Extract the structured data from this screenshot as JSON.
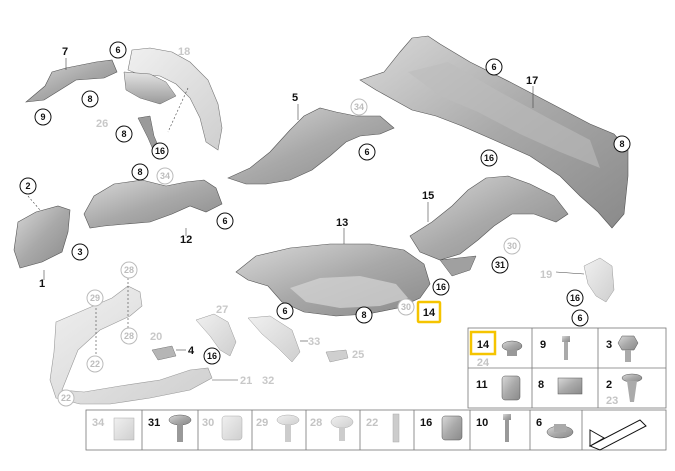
{
  "diagram": {
    "part_labels": [
      {
        "id": "p7",
        "text": "7",
        "grey": false
      },
      {
        "id": "p18",
        "text": "18",
        "grey": true
      },
      {
        "id": "p5",
        "text": "5",
        "grey": false
      },
      {
        "id": "p17",
        "text": "17",
        "grey": false
      },
      {
        "id": "p26",
        "text": "26",
        "grey": true
      },
      {
        "id": "p1",
        "text": "1",
        "grey": false
      },
      {
        "id": "p12",
        "text": "12",
        "grey": false
      },
      {
        "id": "p13",
        "text": "13",
        "grey": false
      },
      {
        "id": "p15",
        "text": "15",
        "grey": false
      },
      {
        "id": "p19",
        "text": "19",
        "grey": true
      },
      {
        "id": "p27",
        "text": "27",
        "grey": true
      },
      {
        "id": "p20",
        "text": "20",
        "grey": true
      },
      {
        "id": "p4",
        "text": "4",
        "grey": false
      },
      {
        "id": "p33",
        "text": "33",
        "grey": true
      },
      {
        "id": "p25",
        "text": "25",
        "grey": true
      },
      {
        "id": "p21",
        "text": "21",
        "grey": true
      },
      {
        "id": "p32",
        "text": "32",
        "grey": true
      }
    ],
    "callouts": [
      {
        "id": "c6a",
        "text": "6",
        "grey": false
      },
      {
        "id": "c8a",
        "text": "8",
        "grey": false
      },
      {
        "id": "c9a",
        "text": "9",
        "grey": false
      },
      {
        "id": "c8b",
        "text": "8",
        "grey": false
      },
      {
        "id": "c16a",
        "text": "16",
        "grey": false
      },
      {
        "id": "c34a",
        "text": "34",
        "grey": true
      },
      {
        "id": "c6b",
        "text": "6",
        "grey": false
      },
      {
        "id": "c6c",
        "text": "6",
        "grey": false
      },
      {
        "id": "c8c",
        "text": "8",
        "grey": false
      },
      {
        "id": "c2a",
        "text": "2",
        "grey": false
      },
      {
        "id": "c3a",
        "text": "3",
        "grey": false
      },
      {
        "id": "c8d",
        "text": "8",
        "grey": false
      },
      {
        "id": "c34b",
        "text": "34",
        "grey": true
      },
      {
        "id": "c6d",
        "text": "6",
        "grey": false
      },
      {
        "id": "c16b",
        "text": "16",
        "grey": false
      },
      {
        "id": "c30a",
        "text": "30",
        "grey": true
      },
      {
        "id": "c31a",
        "text": "31",
        "grey": false
      },
      {
        "id": "c16c",
        "text": "16",
        "grey": false
      },
      {
        "id": "c6e",
        "text": "6",
        "grey": false
      },
      {
        "id": "c30b",
        "text": "30",
        "grey": true
      },
      {
        "id": "c8e",
        "text": "8",
        "grey": false
      },
      {
        "id": "c16d",
        "text": "16",
        "grey": false
      },
      {
        "id": "c6f",
        "text": "6",
        "grey": false
      },
      {
        "id": "c28a",
        "text": "28",
        "grey": true
      },
      {
        "id": "c29a",
        "text": "29",
        "grey": true
      },
      {
        "id": "c28b",
        "text": "28",
        "grey": true
      },
      {
        "id": "c22a",
        "text": "22",
        "grey": true
      },
      {
        "id": "c22b",
        "text": "22",
        "grey": true
      },
      {
        "id": "c16e",
        "text": "16",
        "grey": false
      }
    ],
    "highlight_label": "14",
    "highlight_color": "#f5c400"
  },
  "parts_table": {
    "right_block": [
      {
        "num": "14",
        "sub": "24",
        "highlight": true,
        "icon": "push-nut-icon"
      },
      {
        "num": "9",
        "sub": "",
        "highlight": false,
        "icon": "screw-icon"
      },
      {
        "num": "3",
        "sub": "",
        "highlight": false,
        "icon": "hex-bolt-icon"
      },
      {
        "num": "11",
        "sub": "",
        "highlight": false,
        "icon": "nut-icon"
      },
      {
        "num": "8",
        "sub": "",
        "highlight": false,
        "icon": "clip-nut-icon"
      },
      {
        "num": "2",
        "sub": "23",
        "highlight": false,
        "icon": "expanding-rivet-icon"
      }
    ],
    "bottom_row": [
      {
        "num": "34",
        "grey": true,
        "icon": "spring-clip-icon"
      },
      {
        "num": "31",
        "grey": false,
        "icon": "expanding-rivet-icon"
      },
      {
        "num": "30",
        "grey": true,
        "icon": "clip-icon"
      },
      {
        "num": "29",
        "grey": true,
        "icon": "expanding-rivet-icon"
      },
      {
        "num": "28",
        "grey": true,
        "icon": "expanding-rivet-icon"
      },
      {
        "num": "22",
        "grey": true,
        "icon": "screw-icon"
      },
      {
        "num": "16",
        "grey": false,
        "icon": "clip-icon"
      },
      {
        "num": "10",
        "grey": false,
        "icon": "screw-icon"
      },
      {
        "num": "6",
        "grey": false,
        "icon": "flange-nut-icon"
      }
    ]
  }
}
